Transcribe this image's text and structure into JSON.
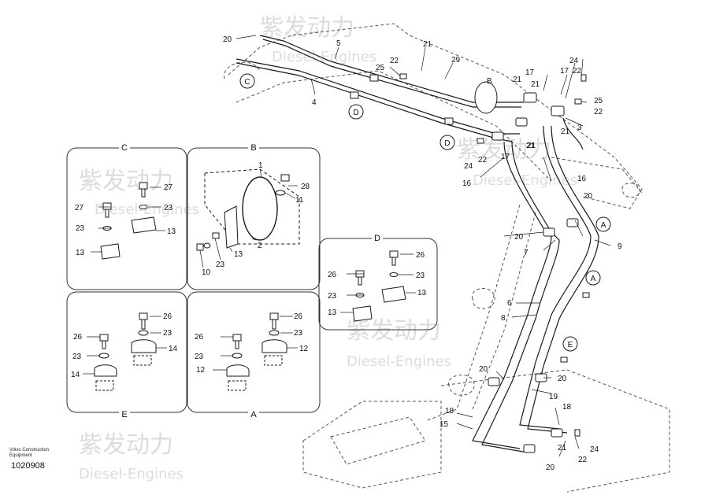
{
  "watermark": {
    "cn": "紫发动力",
    "en": "Diesel-Engines"
  },
  "footer": {
    "brand": "Volvo Construction Equipment",
    "doc_number": "1020908"
  },
  "colors": {
    "line": "#1a1a1a",
    "dashed": "#555555",
    "watermark": "#d9d9d9",
    "frame": "#333333"
  },
  "boxes": {
    "C": {
      "title": "C",
      "labels": [
        "27",
        "27",
        "23",
        "23",
        "13",
        "13"
      ]
    },
    "B": {
      "title": "B",
      "labels": [
        "1",
        "28",
        "11",
        "2",
        "13",
        "23",
        "10"
      ]
    },
    "D": {
      "title": "D",
      "labels": [
        "26",
        "26",
        "23",
        "23",
        "13",
        "13"
      ]
    },
    "E": {
      "title": "E",
      "labels": [
        "26",
        "26",
        "23",
        "23",
        "14",
        "14"
      ]
    },
    "A": {
      "title": "A",
      "labels": [
        "26",
        "26",
        "23",
        "23",
        "12",
        "12"
      ]
    }
  },
  "main_labels": [
    "20",
    "5",
    "21",
    "22",
    "25",
    "29",
    "4",
    "24",
    "22",
    "17",
    "17",
    "21",
    "21",
    "B",
    "25",
    "22",
    "3",
    "21",
    "21",
    "22",
    "24",
    "17",
    "21",
    "16",
    "16",
    "20",
    "20",
    "7",
    "9",
    "6",
    "8",
    "20",
    "20",
    "19",
    "18",
    "18",
    "15",
    "21",
    "22",
    "24",
    "20"
  ],
  "callouts": [
    "C",
    "D",
    "D",
    "A",
    "A",
    "E"
  ]
}
